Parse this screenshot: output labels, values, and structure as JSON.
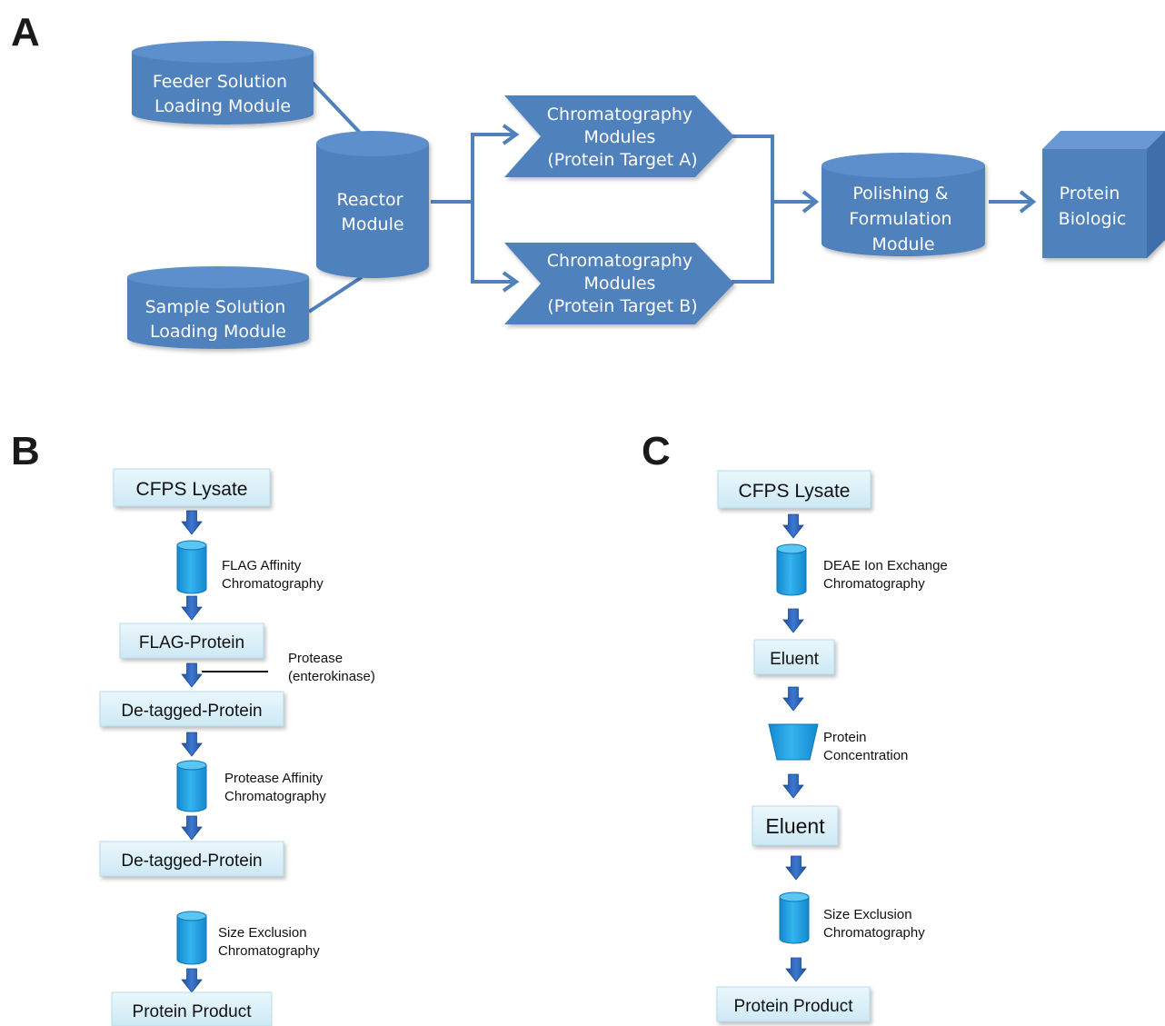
{
  "panels": {
    "a": {
      "letter": "A",
      "feeder": [
        "Feeder Solution",
        "Loading Module"
      ],
      "sample": [
        "Sample Solution",
        "Loading Module"
      ],
      "reactor": [
        "Reactor",
        "Module"
      ],
      "chrom_a": [
        "Chromatography",
        "Modules",
        "(Protein Target A)"
      ],
      "chrom_b": [
        "Chromatography",
        "Modules",
        "(Protein Target B)"
      ],
      "polishing": [
        "Polishing &",
        "Formulation",
        "Module"
      ],
      "biologic": [
        "Protein",
        "Biologic"
      ]
    },
    "b": {
      "letter": "B",
      "lysate": "CFPS Lysate",
      "step1": [
        "FLAG Affinity",
        "Chromatography"
      ],
      "flag_protein": "FLAG-Protein",
      "protease": [
        "Protease",
        "(enterokinase)"
      ],
      "detagged_1": "De-tagged-Protein",
      "step2": [
        "Protease Affinity",
        "Chromatography"
      ],
      "detagged_2": "De-tagged-Protein",
      "step3": [
        "Size Exclusion",
        "Chromatography"
      ],
      "product": "Protein Product"
    },
    "c": {
      "letter": "C",
      "lysate": "CFPS Lysate",
      "step1": [
        "DEAE Ion Exchange",
        "Chromatography"
      ],
      "eluent_1": "Eluent",
      "step2": [
        "Protein",
        "Concentration"
      ],
      "eluent_2": "Eluent",
      "step3": [
        "Size Exclusion",
        "Chromatography"
      ],
      "product": "Protein Product"
    }
  },
  "colors": {
    "module_fill": "#4f81bd",
    "module_top": "#5d8fcc",
    "connector": "#4f81bd",
    "box_fill": "#dcf0f8",
    "column_fill": "#1f9fe0",
    "arrow_fill": "#2f63b8"
  }
}
